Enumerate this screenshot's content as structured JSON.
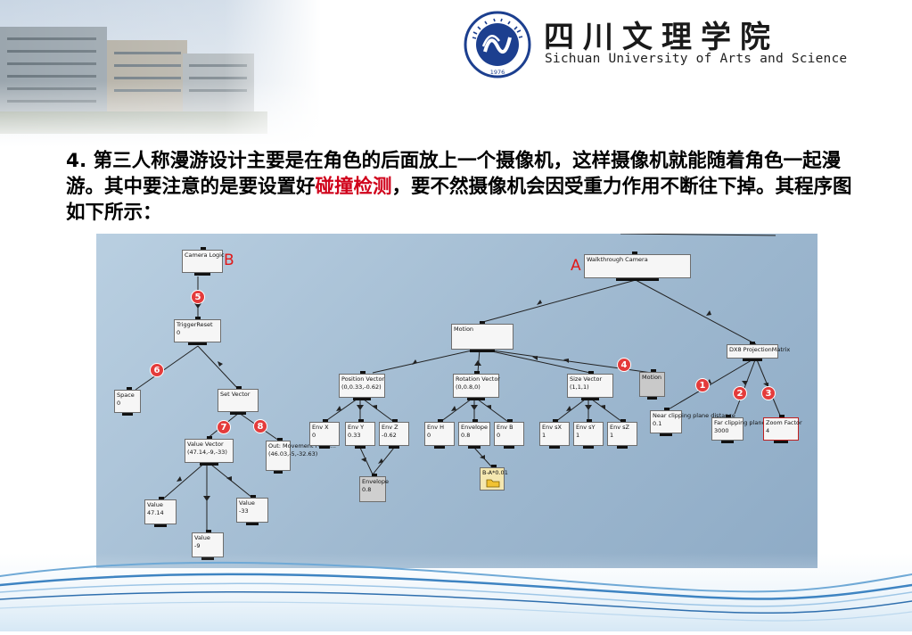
{
  "header": {
    "school_name_cn": "四川文理学院",
    "school_name_en": "Sichuan University of Arts and Science",
    "seal_year": "1976"
  },
  "paragraph": {
    "before": "4. 第三人称漫游设计主要是在角色的后面放上一个摄像机，这样摄像机就能随着角色一起漫游。其中要注意的是要设置好",
    "highlight": "碰撞检测",
    "after": "，要不然摄像机会因受重力作用不断往下掉。其程序图如下所示："
  },
  "diagram": {
    "labels": {
      "a": "A",
      "b": "B"
    },
    "markers": [
      "1",
      "2",
      "3",
      "4",
      "5",
      "6",
      "7",
      "8"
    ],
    "nodes": {
      "camera_logic": {
        "title": "Camera Logic"
      },
      "trigger_reset": {
        "title": "TriggerReset",
        "value": "0"
      },
      "space": {
        "title": "Space",
        "value": "0"
      },
      "set_vector": {
        "title": "Set Vector"
      },
      "value_vector": {
        "title": "Value Vector",
        "value": "(47.14,-9,-33)"
      },
      "out_movement": {
        "title": "Out: Movement Positi...",
        "value": "(46.03,-5,-32.63)"
      },
      "value_x": {
        "title": "Value",
        "value": "47.14"
      },
      "value_y": {
        "title": "Value",
        "value": "-9"
      },
      "value_z": {
        "title": "Value",
        "value": "-33"
      },
      "walkthrough_camera": {
        "title": "Walkthrough Camera"
      },
      "motion": {
        "title": "Motion"
      },
      "position_vector": {
        "title": "Position Vector",
        "value": "(0,0.33,-0.62)"
      },
      "rotation_vector": {
        "title": "Rotation Vector",
        "value": "(0,0.8,0)"
      },
      "size_vector": {
        "title": "Size Vector",
        "value": "(1,1,1)"
      },
      "motion_small": {
        "title": "Motion"
      },
      "env_x": {
        "title": "Env X",
        "value": "0"
      },
      "env_y": {
        "title": "Env Y",
        "value": "0.33"
      },
      "env_z": {
        "title": "Env Z",
        "value": "-0.62"
      },
      "env_h": {
        "title": "Env H",
        "value": "0"
      },
      "envelope_rot": {
        "title": "Envelope",
        "value": "0.8"
      },
      "env_b": {
        "title": "Env B",
        "value": "0"
      },
      "env_sx": {
        "title": "Env sX",
        "value": "1"
      },
      "env_sy": {
        "title": "Env sY",
        "value": "1"
      },
      "env_sz": {
        "title": "Env sZ",
        "value": "1"
      },
      "envelope_pos": {
        "title": "Envelope",
        "value": "0.8"
      },
      "ba_file": {
        "title": "B-A*0.01"
      },
      "dx8_projection": {
        "title": "DX8 ProjectionMatrix"
      },
      "near_clipping": {
        "title": "Near clipping plane distance",
        "value": "0.1"
      },
      "far_clipping": {
        "title": "Far clipping plane distance",
        "value": "3000"
      },
      "zoom_factor": {
        "title": "Zoom Factor",
        "value": "4"
      }
    }
  },
  "colors": {
    "highlight": "#d0021b",
    "marker": "#e43b3b",
    "letter": "#e01818"
  }
}
